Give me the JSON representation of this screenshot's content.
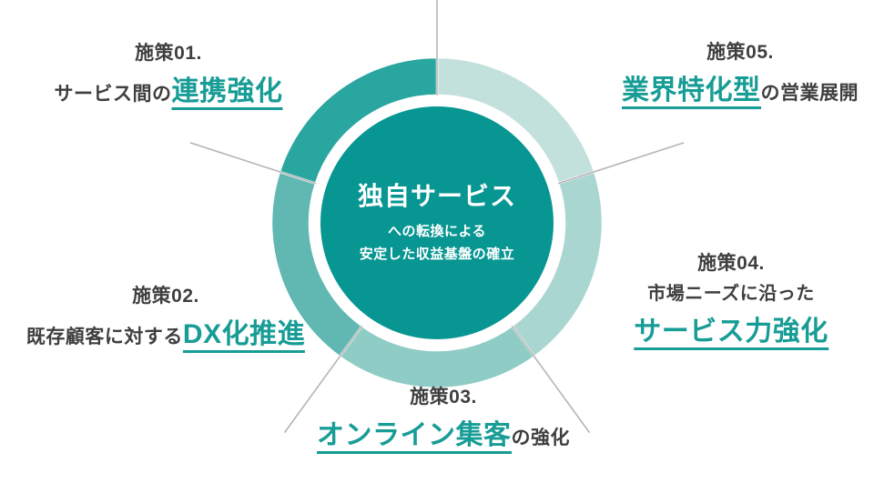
{
  "diagram": {
    "center": {
      "title": "独自サービス",
      "subtitle_line1": "への転換による",
      "subtitle_line2": "安定した収益基盤の確立"
    },
    "measures": [
      {
        "tag": "施策01.",
        "pre": "サービス間の",
        "highlight": "連携強化",
        "post": ""
      },
      {
        "tag": "施策02.",
        "pre": "既存顧客に対する",
        "highlight": "DX化推進",
        "post": ""
      },
      {
        "tag": "施策03.",
        "pre": "",
        "highlight": "オンライン集客",
        "post": "の強化"
      },
      {
        "tag": "施策04.",
        "pre_line": "市場ニーズに沿った",
        "highlight": "サービス力強化"
      },
      {
        "tag": "施策05.",
        "pre": "",
        "highlight": "業界特化型",
        "post": "の営業展開"
      }
    ],
    "colors": {
      "center_circle": "#089693",
      "segment_01": "#2aa6a1",
      "segment_02": "#61b8b2",
      "segment_03": "#8fccc6",
      "segment_04": "#a9d6d1",
      "segment_05": "#c2e1dd",
      "accent_text": "#179c96",
      "dark_text": "#3f3f3f",
      "divider_line": "#b5b5b5"
    }
  }
}
